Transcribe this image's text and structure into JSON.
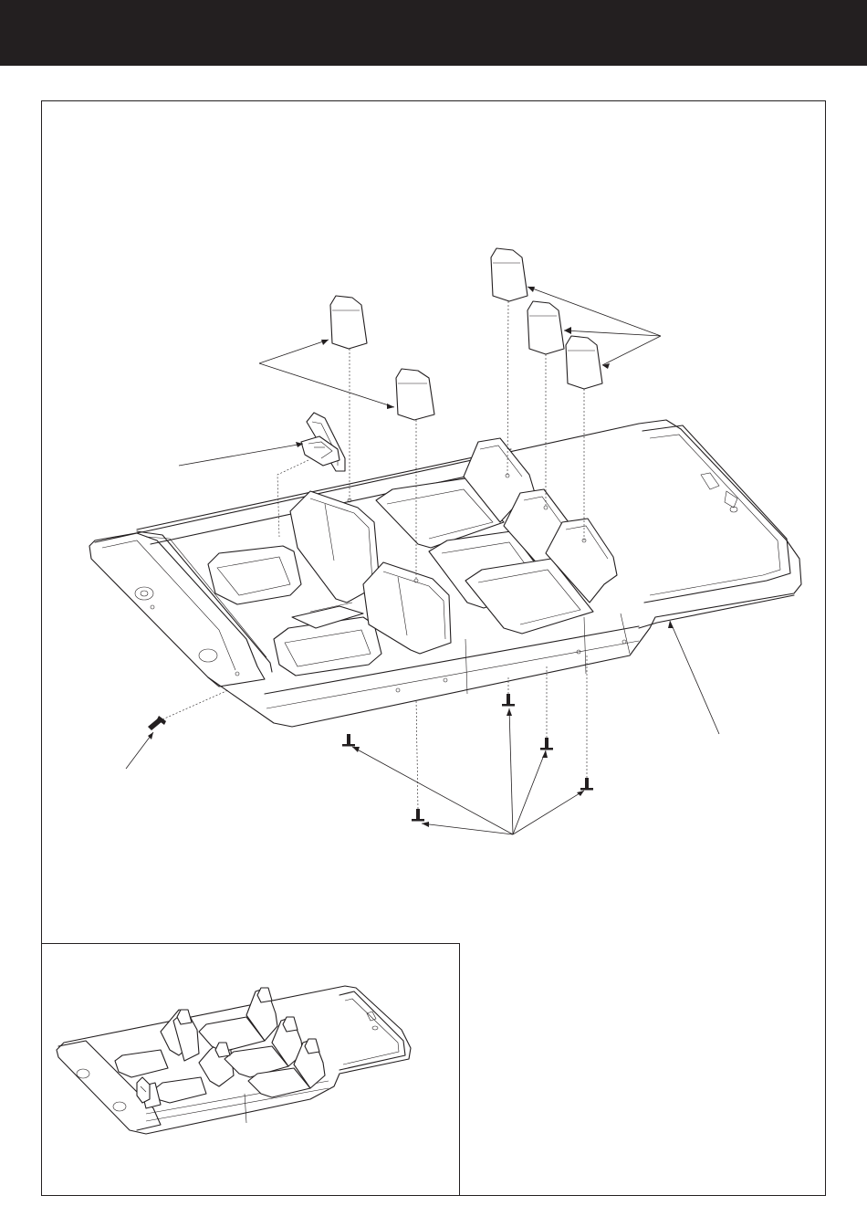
{
  "page": {
    "header_bar_color": "#231f20",
    "line_color": "#231f20",
    "background_color": "#ffffff"
  },
  "main_diagram": {
    "subject": "exploded-assembly-seat-body",
    "parts": [
      "steering-wheel",
      "headrest",
      "headrest",
      "headrest",
      "headrest",
      "headrest",
      "screw",
      "screw",
      "screw",
      "screw",
      "screw",
      "screw",
      "body"
    ]
  },
  "inset_diagram": {
    "subject": "assembled-body-view"
  }
}
